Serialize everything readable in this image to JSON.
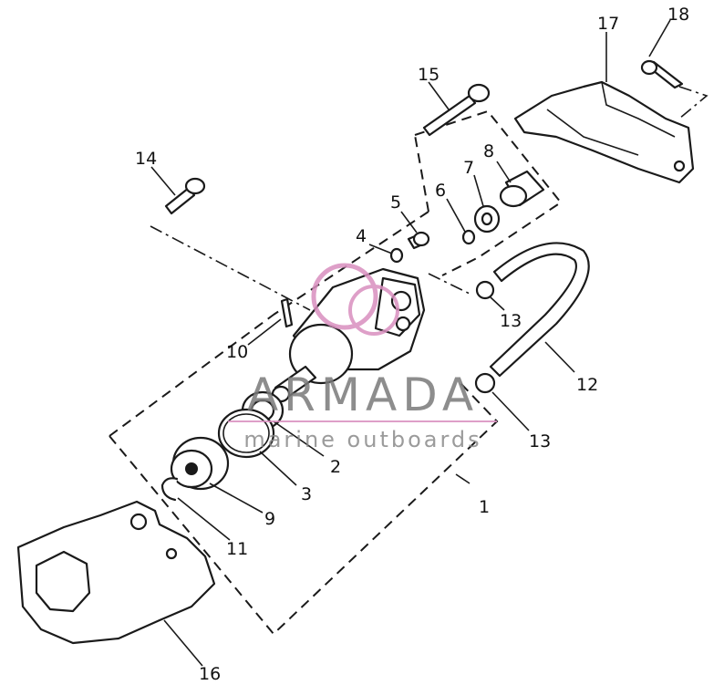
{
  "callouts": {
    "c1": "1",
    "c2": "2",
    "c3": "3",
    "c4": "4",
    "c5": "5",
    "c6": "6",
    "c7": "7",
    "c8": "8",
    "c9": "9",
    "c10": "10",
    "c11": "11",
    "c12": "12",
    "c13a": "13",
    "c13b": "13",
    "c14": "14",
    "c15": "15",
    "c16": "16",
    "c17": "17",
    "c18": "18"
  },
  "watermark": {
    "brand": "ARMADA",
    "tagline": "marine outboards",
    "logo_color": "#d98fbf"
  }
}
